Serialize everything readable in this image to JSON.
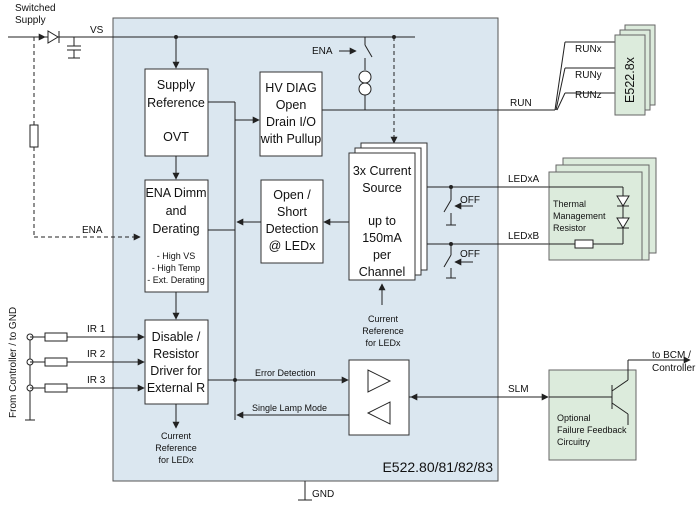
{
  "labels": {
    "switched_supply_1": "Switched",
    "switched_supply_2": "Supply",
    "vs": "VS",
    "ena_top": "ENA",
    "ena_left": "ENA",
    "run": "RUN",
    "runx": "RUNx",
    "runy": "RUNy",
    "runz": "RUNz",
    "module": "E522.8x",
    "ledxa": "LEDxA",
    "ledxb": "LEDxB",
    "off1": "OFF",
    "off2": "OFF",
    "ir1": "IR 1",
    "ir2": "IR 2",
    "ir3": "IR 3",
    "from_controller": "From Controller / to GND",
    "slm": "SLM",
    "to_bcm_1": "to BCM /",
    "to_bcm_2": "Controller",
    "error_detection": "Error Detection",
    "single_lamp_mode": "Single Lamp Mode",
    "gnd": "GND",
    "chip_name": "E522.80/81/82/83"
  },
  "blocks": {
    "supply_ref": [
      "Supply",
      "Reference",
      "",
      "OVT"
    ],
    "hv_diag": [
      "HV DIAG",
      "Open",
      "Drain I/O",
      "with Pullup"
    ],
    "ena_dimm": [
      "ENA Dimm",
      "and",
      "Derating"
    ],
    "ena_dimm_notes": [
      "- High VS",
      "- High Temp",
      "- Ext. Derating"
    ],
    "open_short": [
      "Open /",
      "Short",
      "Detection",
      "@ LEDx"
    ],
    "current_source": [
      "3x Current",
      "Source",
      "",
      "up to",
      "150mA",
      "per",
      "Channel"
    ],
    "disable_resistor": [
      "Disable /",
      "Resistor",
      "Driver for",
      "External R"
    ],
    "thermal": [
      "Thermal",
      "Management",
      "Resistor"
    ],
    "failure_feedback": [
      "Optional",
      "Failure Feedback",
      "Circuitry"
    ],
    "current_ref_mid": [
      "Current",
      "Reference",
      "for LEDx"
    ],
    "current_ref_bottom": [
      "Current",
      "Reference",
      "for LEDx"
    ]
  }
}
